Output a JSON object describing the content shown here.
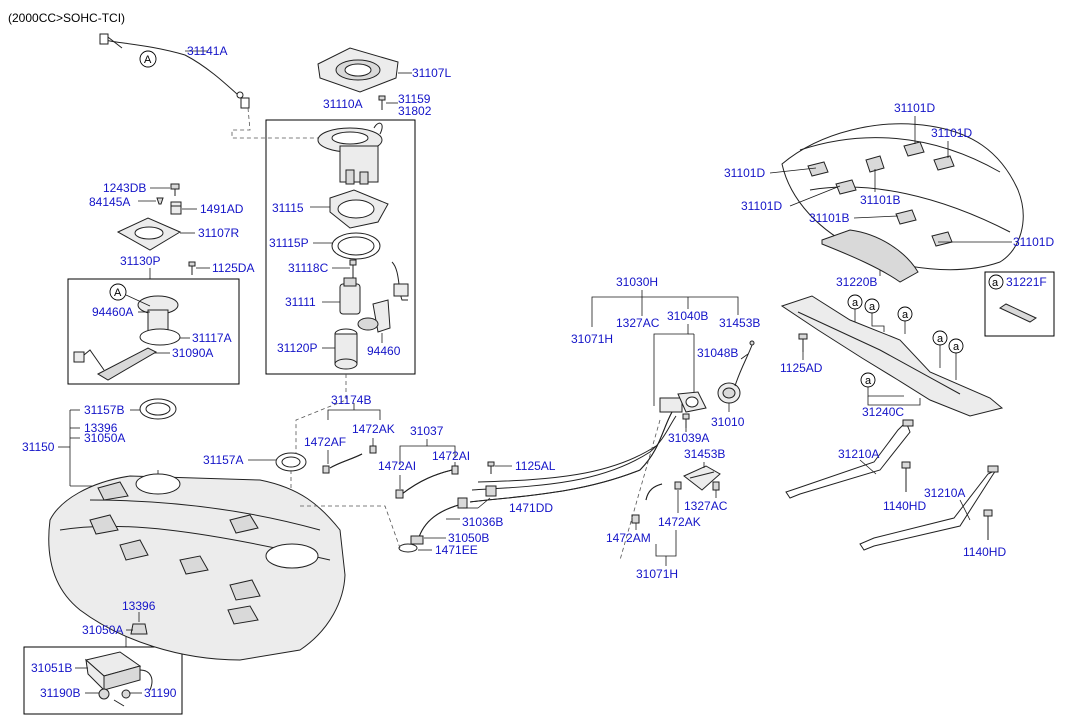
{
  "header": {
    "engine_note": "(2000CC>SOHC-TCI)"
  },
  "circle_letter": "A",
  "circle_letter_small": "a",
  "labels": {
    "p31141A": "31141A",
    "p31107L": "31107L",
    "p31159": "31159",
    "p31802": "31802",
    "p31110A": "31110A",
    "p31115": "31115",
    "p31115P": "31115P",
    "p31118C": "31118C",
    "p31111": "31111",
    "p31120P": "31120P",
    "p94460": "94460",
    "p1243DB": "1243DB",
    "p84145A": "84145A",
    "p1491AD": "1491AD",
    "p31107R": "31107R",
    "p31130P": "31130P",
    "p1125DA": "1125DA",
    "p94460A": "94460A",
    "p31117A": "31117A",
    "p31090A": "31090A",
    "p31157B": "31157B",
    "p13396a": "13396",
    "p31050Aa": "31050A",
    "p31150": "31150",
    "p31157A": "31157A",
    "p31174B": "31174B",
    "p1472AF": "1472AF",
    "p1472AK1": "1472AK",
    "p31037": "31037",
    "p1472AI1": "1472AI",
    "p1472AI2": "1472AI",
    "p1125AL": "1125AL",
    "p1471DD": "1471DD",
    "p31036B": "31036B",
    "p31050B": "31050B",
    "p1471EE": "1471EE",
    "p31030H": "31030H",
    "p31071H1": "31071H",
    "p1327AC1": "1327AC",
    "p31040B": "31040B",
    "p31453B1": "31453B",
    "p31048B": "31048B",
    "p31039A": "31039A",
    "p31010": "31010",
    "p31453B2": "31453B",
    "p1327AC2": "1327AC",
    "p1472AK2": "1472AK",
    "p1472AM": "1472AM",
    "p31071H2": "31071H",
    "p13396b": "13396",
    "p31050Ab": "31050A",
    "p31051B": "31051B",
    "p31190B": "31190B",
    "p31190": "31190",
    "p31101D1": "31101D",
    "p31101D2": "31101D",
    "p31101D3": "31101D",
    "p31101B1": "31101B",
    "p31101D4": "31101D",
    "p31101B2": "31101B",
    "p31101D5": "31101D",
    "p31220B": "31220B",
    "p31221F": "31221F",
    "p1125AD": "1125AD",
    "p31240C": "31240C",
    "p31210A1": "31210A",
    "p1140HD1": "1140HD",
    "p31210A2": "31210A",
    "p1140HD2": "1140HD"
  }
}
